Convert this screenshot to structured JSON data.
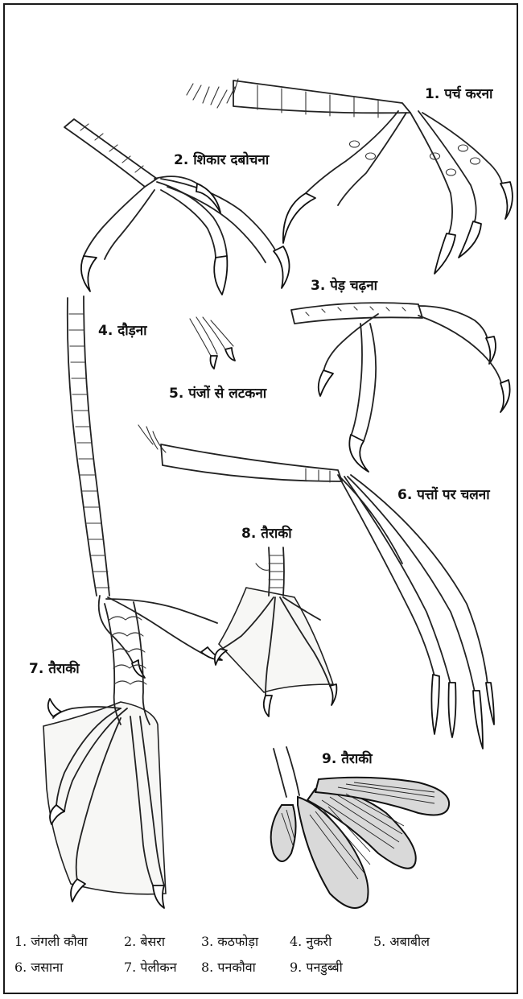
{
  "labels": {
    "l1": "1. पर्च करना",
    "l2": "2. शिकार दबोचना",
    "l3": "3. पेड़ चढ़ना",
    "l4": "4. दौड़ना",
    "l5": "5. पंजों से लटकना",
    "l6": "6. पत्तों पर चलना",
    "l7": "7. तैराकी",
    "l8": "8. तैराकी",
    "l9": "9. तैराकी"
  },
  "legend": [
    "1. जंगली कौवा",
    "2. बेसरा",
    "3. कठफोड़ा",
    "4. नुकरी",
    "5. अबाबील",
    "6. जसाना",
    "7. पेलीकन",
    "8. पनकौवा",
    "9. पनडुब्बी"
  ]
}
